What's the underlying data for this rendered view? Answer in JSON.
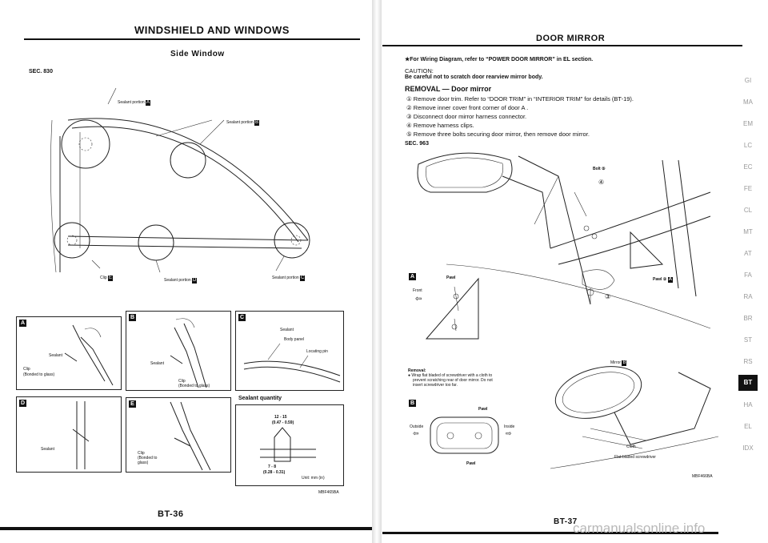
{
  "left_page": {
    "header": "WINDSHIELD AND WINDOWS",
    "section_title": "Side Window",
    "sec": "SEC. 830",
    "labels": {
      "sealant_a": "Sealant portion",
      "sealant_b": "Sealant portion",
      "clip_e": "Clip",
      "sealant_d": "Sealant portion",
      "sealant_c": "Sealant portion"
    },
    "tags": {
      "a": "A",
      "b": "B",
      "c": "C",
      "d": "D",
      "e": "E"
    },
    "panels": {
      "a": {
        "letter": "A",
        "sealant": "Sealant",
        "clip": "Clip",
        "clip_note": "(Bonded to glass)"
      },
      "b": {
        "letter": "B",
        "sealant": "Sealant",
        "clip": "Clip",
        "clip_note": "(Bonded to glass)"
      },
      "c": {
        "letter": "C",
        "sealant": "Sealant",
        "body_panel": "Body panel",
        "locating_pin": "Locating pin"
      },
      "d": {
        "letter": "D",
        "sealant": "Sealant"
      },
      "e": {
        "letter": "E",
        "clip": "Clip",
        "clip_note1": "(Bonded to",
        "clip_note2": "glass)"
      },
      "quantity": {
        "title": "Sealant quantity",
        "dim1": "12 - 15",
        "dim1b": "(0.47 - 0.59)",
        "dim2": "7 - 8",
        "dim2b": "(0.28 - 0.31)",
        "unit": "Unit: mm (in)"
      }
    },
    "figure_code": "MBF465BA",
    "page_number": "BT-36"
  },
  "right_page": {
    "header": "DOOR MIRROR",
    "wiring_note": "★For Wiring Diagram, refer to “POWER DOOR MIRROR” in EL section.",
    "caution_title": "CAUTION:",
    "caution_text": "Be careful not to scratch door rearview mirror body.",
    "removal_title": "REMOVAL — Door mirror",
    "steps": [
      "① Remove door trim. Refer to “DOOR TRIM” in “INTERIOR TRIM” for details (BT-19).",
      "② Remove inner cover front corner of door A .",
      "③ Disconnect door mirror harness connector.",
      "④ Remove harness clips.",
      "⑤ Remove three bolts securing door mirror, then remove door mirror."
    ],
    "sec": "SEC. 963",
    "bolt_label": "Bolt ⑤",
    "num4": "④",
    "num3": "③",
    "pawl_label": "Pawl ②",
    "pawl_tag": "A",
    "inset_a": {
      "letter": "A",
      "front": "Front",
      "pawl": "Pawl"
    },
    "inset_b": {
      "letter": "B",
      "pawl_top": "Pawl",
      "pawl_bottom": "Pawl",
      "outside": "Outside",
      "inside": "Inside"
    },
    "removal_note_title": "Removal:",
    "removal_note": [
      "● Wrap flat bladed of screwdriver with a cloth to",
      "prevent scratching rear of door mirror. Do not",
      "insert screwdriver too far."
    ],
    "mirror_label": "Mirror",
    "mirror_tag": "B",
    "cloth_label": "Cloth",
    "screwdriver_label": "Flat-bladed screwdriver",
    "figure_code": "MBF466BA",
    "page_number": "BT-37"
  },
  "side_tabs": [
    "GI",
    "MA",
    "EM",
    "LC",
    "EC",
    "FE",
    "CL",
    "MT",
    "AT",
    "FA",
    "RA",
    "BR",
    "ST",
    "RS",
    "BT",
    "HA",
    "EL",
    "IDX"
  ],
  "active_tab": "BT",
  "watermark": "carmanualsonline.info"
}
